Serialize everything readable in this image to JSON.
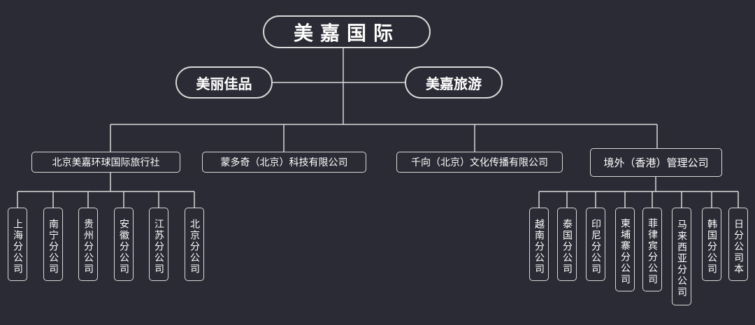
{
  "org": {
    "root": "美嘉国际",
    "side_left": "美丽佳品",
    "side_right": "美嘉旅游",
    "divisions": [
      {
        "label": "北京美嘉环球国际旅行社",
        "branches": [
          "上海分公司",
          "南宁分公司",
          "贵州分公司",
          "安徽分公司",
          "江苏分公司",
          "北京分公司"
        ]
      },
      {
        "label": "蒙多奇（北京）科技有限公司",
        "branches": []
      },
      {
        "label": "千向（北京）文化传播有限公司",
        "branches": []
      },
      {
        "label": "境外（香港）管理公司",
        "branches": [
          "越南分公司",
          "泰国分公司",
          "印尼分公司",
          "柬埔寨分公司",
          "菲律宾分公司",
          "马来西亚分公司",
          "韩国分公司",
          "日分公司本"
        ]
      }
    ]
  },
  "colors": {
    "background": "#2b2b35",
    "line": "#d9d9d9",
    "text": "#ffffff"
  }
}
